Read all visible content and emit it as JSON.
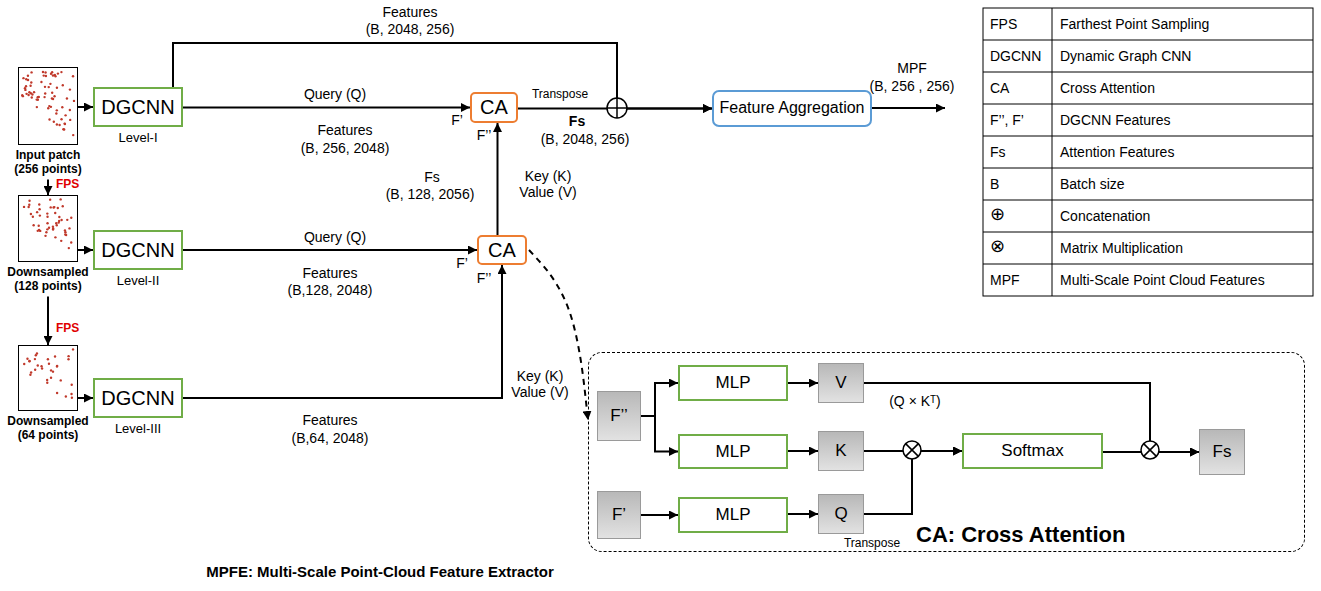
{
  "diagram": {
    "caption": "MPFE: Multi-Scale Point-Cloud Feature Extractor",
    "nodes": [
      {
        "text": [
          "Input patch (256 points)"
        ]
      },
      {
        "text": [
          "DGCNN",
          "Level-I"
        ]
      },
      {
        "text": [
          "CA"
        ]
      },
      {
        "text": [
          "Feature Aggregation"
        ]
      },
      {
        "text": [
          "Downsampled (128 points)"
        ]
      },
      {
        "text": [
          "DGCNN",
          "Level-II"
        ]
      },
      {
        "text": [
          "CA"
        ]
      },
      {
        "text": [
          "Downsampled (64 points)"
        ]
      },
      {
        "text": [
          "DGCNN",
          "Level-III"
        ]
      },
      {
        "text": [
          "CA: Cross Attention"
        ]
      },
      {
        "text": [
          "F’’"
        ],
        "in": 9
      },
      {
        "text": [
          "MLP"
        ],
        "in": 9
      },
      {
        "text": [
          "MLP"
        ],
        "in": 9
      },
      {
        "text": [
          "F’"
        ],
        "in": 9
      },
      {
        "text": [
          "MLP"
        ],
        "in": 9
      },
      {
        "text": [
          "V"
        ],
        "in": 9
      },
      {
        "text": [
          "K"
        ],
        "in": 9
      },
      {
        "text": [
          "Q"
        ],
        "in": 9
      },
      {
        "text": [
          "Softmax"
        ],
        "in": 9
      },
      {
        "text": [
          "Fs"
        ],
        "in": 9
      }
    ],
    "edges": [
      {
        "from": 0,
        "to": 1,
        "arrow": "to"
      },
      {
        "from": 4,
        "to": 5,
        "arrow": "to"
      },
      {
        "from": 7,
        "to": 8,
        "arrow": "to"
      },
      {
        "from": 0,
        "to": 4,
        "arrow": "to",
        "label": "FPS"
      },
      {
        "from": 4,
        "to": 7,
        "arrow": "to",
        "label": "FPS"
      },
      {
        "from": 1,
        "to": 2,
        "arrow": "to",
        "label": "Query (Q)"
      },
      {
        "from": 5,
        "to": 6,
        "arrow": "to",
        "label": "Query (Q)"
      },
      {
        "from": 8,
        "to": 6,
        "arrow": "to",
        "label": "Key (K) Value (V)"
      },
      {
        "from": 6,
        "to": 2,
        "arrow": "to",
        "label": "Key (K) Value (V)"
      },
      {
        "from": 1,
        "to": 3,
        "arrow": "to"
      },
      {
        "from": 2,
        "to": 3,
        "arrow": "to",
        "label": "Transpose"
      },
      {
        "from": 6,
        "to": 9,
        "arrow": "to"
      },
      {
        "from": 10,
        "to": 11,
        "arrow": "to"
      },
      {
        "from": 10,
        "to": 12,
        "arrow": "to"
      },
      {
        "from": 11,
        "to": 15,
        "arrow": "to"
      },
      {
        "from": 12,
        "to": 16,
        "arrow": "to"
      },
      {
        "from": 13,
        "to": 14,
        "arrow": "to"
      },
      {
        "from": 14,
        "to": 17,
        "arrow": "to"
      },
      {
        "from": 16,
        "to": 18,
        "arrow": "to"
      },
      {
        "from": 17,
        "to": 18,
        "arrow": "to",
        "label": "Transpose"
      },
      {
        "from": 18,
        "to": 19,
        "arrow": "to"
      },
      {
        "from": 15,
        "to": 19,
        "arrow": "to"
      }
    ],
    "labels": [
      "Features",
      "(B,  2048, 256)",
      "Features",
      "(B, 256, 2048)",
      "F’",
      "F’’",
      "Fs",
      "(B,  2048, 256)",
      "Fs",
      "(B, 128, 2056)",
      "Features",
      "(B,128, 2048)",
      "F’",
      "F’’",
      "Features",
      "(B,64, 2048)",
      "MPF",
      "(B, 256 , 256)",
      "(Q × Kᵀ)",
      "FPS",
      "Farthest Point Sampling",
      "DGCNN",
      "Dynamic Graph CNN",
      "CA",
      "Cross Attention",
      "F’’, F’",
      "DGCNN Features",
      "Fs",
      "Attention Features",
      "B",
      "Batch size",
      "⊕",
      "Concatenation",
      "⊗",
      "Matrix Multiplication",
      "MPF",
      "Multi-Scale Point Cloud Features"
    ]
  }
}
